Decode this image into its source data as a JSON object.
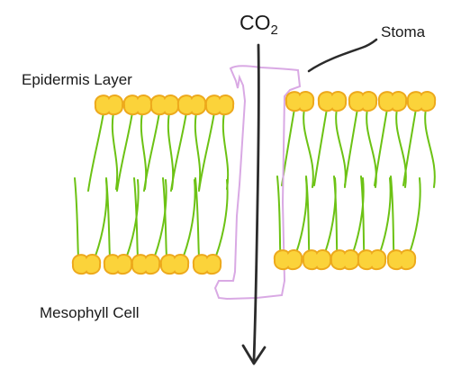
{
  "labels": {
    "epidermis": "Epidermis Layer",
    "stoma": "Stoma",
    "mesophyll": "Mesophyll Cell",
    "co2_main": "CO",
    "co2_sub": "2"
  },
  "colors": {
    "background": "#ffffff",
    "cell_fill": "#fbd33a",
    "cell_stroke": "#eda91c",
    "tail": "#6cc214",
    "stoma_outline": "#d9a9e4",
    "arrow": "#2b2b2b",
    "text": "#1a1a1a"
  },
  "icons": {
    "arrow": "down-arrow-icon"
  }
}
